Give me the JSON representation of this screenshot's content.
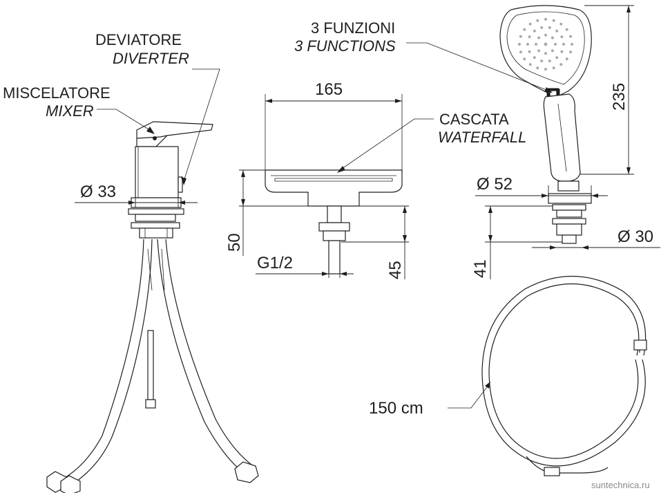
{
  "labels": {
    "diverter_it": "DEVIATORE",
    "diverter_en": "DIVERTER",
    "mixer_it": "MISCELATORE",
    "mixer_en": "MIXER",
    "functions_it": "3 FUNZIONI",
    "functions_en": "3 FUNCTIONS",
    "waterfall_it": "CASCATA",
    "waterfall_en": "WATERFALL"
  },
  "dimensions": {
    "mixer_diameter": "Ø 33",
    "spout_width": "165",
    "spout_height": "50",
    "spout_thread": "G1/2",
    "spout_shank": "45",
    "holder_diameter": "Ø 52",
    "holder_thread_diameter": "Ø 30",
    "holder_height": "41",
    "shower_length": "235",
    "hose_length": "150 cm"
  },
  "watermark": "suntechnica.ru"
}
